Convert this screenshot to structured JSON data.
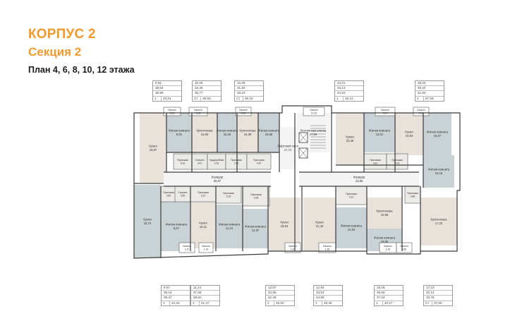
{
  "header": {
    "building": "КОРПУС 2",
    "section": "Секция 2",
    "plan": "План 4, 6, 8, 10, 12 этажа"
  },
  "top_cards": [
    {
      "rows": [
        "9,91",
        "38,54",
        "39,95"
      ],
      "type": "1",
      "total": "43,24"
    },
    {
      "rows": [
        "10,25",
        "34,46",
        "35,77"
      ],
      "type": "Ст",
      "total": "38,82"
    },
    {
      "rows": [
        "10,39",
        "31,92",
        "33,19"
      ],
      "type": "Ст",
      "total": "36,15"
    },
    {
      "rows": [
        "13,01",
        "43,13",
        "44,63"
      ],
      "type": "1",
      "total": "48,12"
    },
    {
      "rows": [
        "28,25",
        "49,34",
        "51,84"
      ],
      "type": "2",
      "total": "57,69"
    }
  ],
  "bottom_cards": [
    {
      "rows": [
        "9,67",
        "38,16",
        "39,47"
      ],
      "type": "1",
      "total": "42,52"
    },
    {
      "rows": [
        "11,24",
        "37,68",
        "38,82"
      ],
      "type": "1",
      "total": "41,47"
    },
    {
      "rows": [
        "12,87",
        "40,85",
        "42,28"
      ],
      "type": "1",
      "total": "45,60"
    },
    {
      "rows": [
        "12,94",
        "43,54",
        "44,99"
      ],
      "type": "1",
      "total": "48,38"
    },
    {
      "rows": [
        "16,06",
        "35,65",
        "37,04"
      ],
      "type": "1",
      "total": "40,27"
    },
    {
      "rows": [
        "17,23",
        "32,12",
        "33,78"
      ],
      "type": "Ст",
      "total": "37,65"
    }
  ],
  "plan": {
    "rooms": [
      {
        "label": "Кухня",
        "area": "19,97"
      },
      {
        "label": "Жилая комната",
        "area": "9,91"
      },
      {
        "label": "Кухня-ниша",
        "area": "15,93"
      },
      {
        "label": "Жилая комната",
        "area": "16,25"
      },
      {
        "label": "Кухня-ниша",
        "area": "15,39"
      },
      {
        "label": "Жилая комната",
        "area": "15,86"
      },
      {
        "label": "Лестничная клетка",
        "area": "17,84"
      },
      {
        "label": "Кухня",
        "area": "23,49"
      },
      {
        "label": "Жилая комната",
        "area": "13,01"
      },
      {
        "label": "Кухня",
        "area": "10,93"
      },
      {
        "label": "Жилая комната",
        "area": "15,07"
      },
      {
        "label": "Жилая комната",
        "area": "15,18"
      },
      {
        "label": "Коридор",
        "area": "25,67"
      },
      {
        "label": "Коридор",
        "area": "23,56"
      },
      {
        "label": "Лифтовой холл",
        "area": "17,71"
      },
      {
        "label": "Кухня",
        "area": "18,74"
      },
      {
        "label": "Жилая комната",
        "area": "9,67"
      },
      {
        "label": "Кухня",
        "area": "18,11"
      },
      {
        "label": "Жилая комната",
        "area": "11,24"
      },
      {
        "label": "Жилая комната",
        "area": "12,87"
      },
      {
        "label": "Кухня",
        "area": "18,84"
      },
      {
        "label": "Кухня",
        "area": "21,43"
      },
      {
        "label": "Жилая комната",
        "area": "12,94"
      },
      {
        "label": "Кухня-ниша",
        "area": "10,58"
      },
      {
        "label": "Жилая комната",
        "area": "16,06"
      },
      {
        "label": "Кухня-ниша",
        "area": "17,23"
      }
    ],
    "small_rooms": [
      {
        "label": "Балкон",
        "area": "2,23"
      },
      {
        "label": "Балкон",
        "area": "2,63"
      },
      {
        "label": "Балкон",
        "area": "2,30"
      },
      {
        "label": "Балкон",
        "area": "10,16"
      },
      {
        "label": "Балкон",
        "area": "3,00"
      },
      {
        "label": "Балкон",
        "area": "4,19"
      },
      {
        "label": "Прихожая",
        "area": "6,15"
      },
      {
        "label": "Санузел",
        "area": "3,41"
      },
      {
        "label": "Гардеробная",
        "area": "2,03"
      },
      {
        "label": "Прихожая",
        "area": "3,73"
      },
      {
        "label": "Прихожая",
        "area": "4,90"
      },
      {
        "label": "Прихожая",
        "area": "3,61"
      },
      {
        "label": "Прихожая",
        "area": "4,73"
      },
      {
        "label": "Прихожая",
        "area": "4,50"
      },
      {
        "label": "Санузел",
        "area": "4,95"
      },
      {
        "label": "Прихожая",
        "area": "3,37"
      },
      {
        "label": "Прихожая",
        "area": "5,19"
      },
      {
        "label": "Прихожая",
        "area": "5,35"
      },
      {
        "label": "Прихожая",
        "area": "4,12"
      },
      {
        "label": "Прихожая",
        "area": "4,86"
      },
      {
        "label": "Балкон",
        "area": "1,37"
      },
      {
        "label": "Балкон",
        "area": "1,14"
      },
      {
        "label": "Балкон",
        "area": "1,43"
      },
      {
        "label": "Балкон",
        "area": "1,45"
      },
      {
        "label": "Балкон",
        "area": "1,39"
      },
      {
        "label": "Балкон",
        "area": "0,89"
      }
    ]
  },
  "colors": {
    "accent": "#f29a2e",
    "wall": "#3a3a3a",
    "living": "#c9d2d4",
    "kitchen": "#e8e2da",
    "wet": "#eceae6",
    "common": "#f4f4f4"
  }
}
